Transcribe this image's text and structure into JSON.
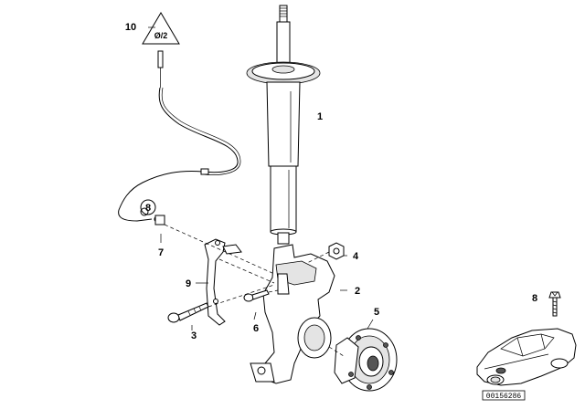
{
  "callouts": {
    "c1": "1",
    "c2": "2",
    "c3": "3",
    "c4": "4",
    "c5": "5",
    "c6": "6",
    "c7": "7",
    "c8": "8",
    "c9": "9",
    "c10": "10",
    "c8_circled": "8"
  },
  "warning_symbol_text": "Ø/2",
  "image_code": "00156286",
  "colors": {
    "ink": "#000000",
    "background": "#ffffff"
  }
}
